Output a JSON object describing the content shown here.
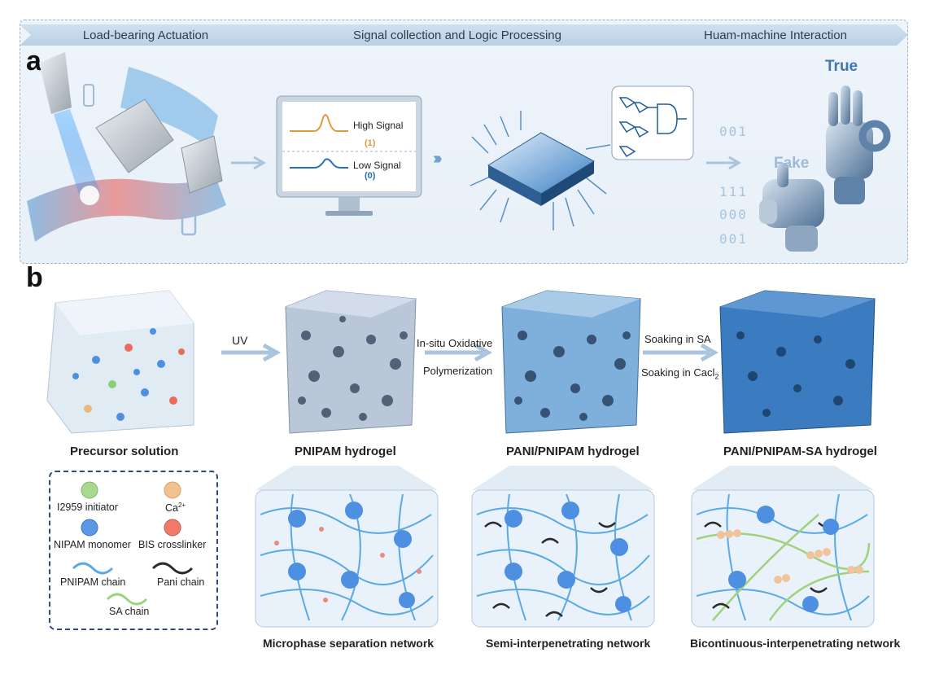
{
  "stages": [
    "Load-bearing Actuation",
    "Signal collection and Logic Processing",
    "Huam-machine Interaction"
  ],
  "panel_a": {
    "letter": "a",
    "monitor": {
      "high_signal": "High Signal",
      "high_value": "(1)",
      "low_signal": "Low Signal",
      "low_value": "(0)"
    },
    "hands": {
      "true_label": "True",
      "fake_label": "Fake"
    },
    "digits": [
      "001",
      "111",
      "000",
      "001"
    ],
    "colors": {
      "high": "#e49a3c",
      "low": "#2a6fb0"
    }
  },
  "panel_b": {
    "letter": "b",
    "cubes": [
      {
        "caption": "Precursor solution"
      },
      {
        "caption": "PNIPAM hydrogel"
      },
      {
        "caption": "PANI/PNIPAM hydrogel"
      },
      {
        "caption": "PANI/PNIPAM-SA hydrogel"
      }
    ],
    "arrows": {
      "uv": "UV",
      "step2_line1": "In-situ Oxidative",
      "step2_line2": "Polymerization",
      "step3_line1": "Soaking in SA",
      "step3_line2": "Soaking in Cacl",
      "step3_sub": "2"
    },
    "networks": [
      "Microphase separation network",
      "Semi-interpenetrating network",
      "Bicontinuous-interpenetrating network"
    ],
    "legend": {
      "initiator": "I2959 initiator",
      "calcium": "Ca",
      "calcium_sup": "2+",
      "monomer": "NIPAM monomer",
      "crosslinker": "BIS crosslinker",
      "pnipam_chain": "PNIPAM chain",
      "pani_chain": "Pani chain",
      "sa_chain": "SA chain"
    }
  }
}
